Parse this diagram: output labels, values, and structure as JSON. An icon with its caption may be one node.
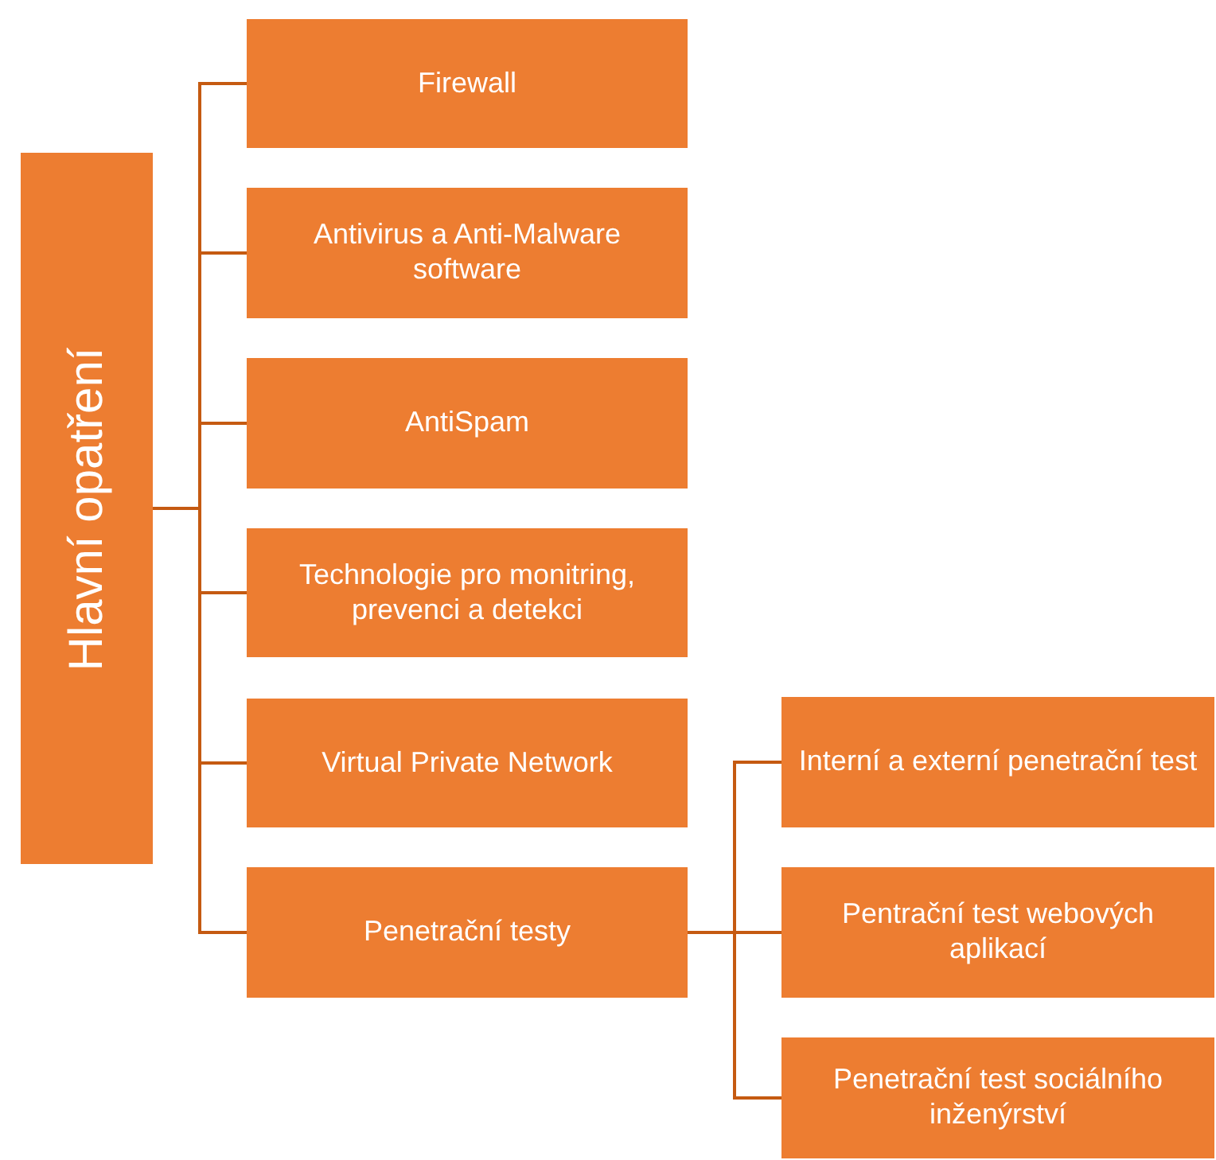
{
  "diagram": {
    "nodes": [
      {
        "text": [
          "Hlavní opatření"
        ]
      },
      {
        "text": [
          "Firewall"
        ]
      },
      {
        "text": [
          "Antivirus a Anti-Malware software"
        ]
      },
      {
        "text": [
          "AntiSpam"
        ]
      },
      {
        "text": [
          "Technologie pro monitring, prevenci a detekci"
        ]
      },
      {
        "text": [
          "Virtual Private Network"
        ]
      },
      {
        "text": [
          "Penetrační testy"
        ]
      },
      {
        "text": [
          "Interní a externí penetrační test"
        ]
      },
      {
        "text": [
          "Pentrační test webových aplikací"
        ]
      },
      {
        "text": [
          "Penetrační test sociálního inženýrství"
        ]
      }
    ],
    "edges": [
      {
        "from": 0,
        "to": 1,
        "arrow": "none"
      },
      {
        "from": 0,
        "to": 2,
        "arrow": "none"
      },
      {
        "from": 0,
        "to": 3,
        "arrow": "none"
      },
      {
        "from": 0,
        "to": 4,
        "arrow": "none"
      },
      {
        "from": 0,
        "to": 5,
        "arrow": "none"
      },
      {
        "from": 0,
        "to": 6,
        "arrow": "none"
      },
      {
        "from": 6,
        "to": 7,
        "arrow": "none"
      },
      {
        "from": 6,
        "to": 8,
        "arrow": "none"
      },
      {
        "from": 6,
        "to": 9,
        "arrow": "none"
      }
    ]
  }
}
